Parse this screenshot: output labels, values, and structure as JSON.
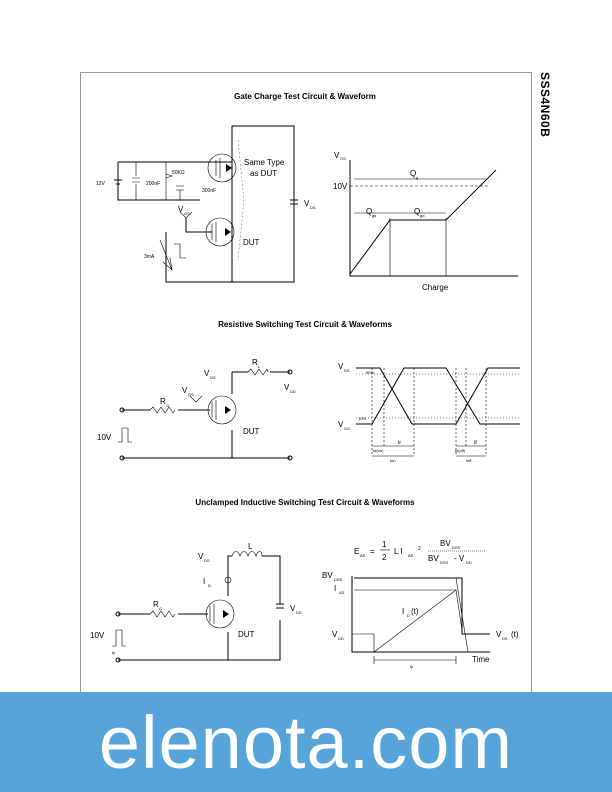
{
  "part_number": "SSS4N60B",
  "sections": {
    "gate_charge": "Gate Charge Test Circuit & Waveform",
    "resistive": "Resistive Switching Test Circuit & Waveforms",
    "unclamped": "Unclamped Inductive Switching Test Circuit & Waveforms"
  },
  "gc": {
    "v12": "12V",
    "c200": "200nF",
    "r50k": "50KΩ",
    "c300": "300nF",
    "vgs": "V",
    "vgs_sub": "GS",
    "same_type": "Same Type",
    "as_dut": "as DUT",
    "dut": "DUT",
    "i3ma": "3mA",
    "vds": "V",
    "vds_sub": "DS",
    "wf_vgs": "V",
    "wf_vgs_sub": "GS",
    "wf_10v": "10V",
    "wf_qg": "Q",
    "wf_qg_sub": "g",
    "wf_qgs": "Q",
    "wf_qgs_sub": "gs",
    "wf_qgd": "Q",
    "wf_qgd_sub": "gd",
    "wf_charge": "Charge"
  },
  "rs": {
    "vds": "V",
    "vds_sub": "DS",
    "rl": "R",
    "rl_sub": "L",
    "vgs": "V",
    "vgs_sub": "GS",
    "rg": "R",
    "rg_sub": "G",
    "vdd": "V",
    "vdd_sub": "DD",
    "v10": "10V",
    "dut": "DUT",
    "wf_vds": "V",
    "wf_vds_sub": "DS",
    "wf_90": "90%",
    "wf_10": "10%",
    "wf_vgs": "V",
    "wf_vgs_sub": "GS",
    "td_on": "td(on)",
    "tr": "tr",
    "t_on": "ton",
    "td_off": "td(off)",
    "tf": "tf",
    "t_off": "toff"
  },
  "ui": {
    "vds": "V",
    "vds_sub": "DS",
    "l": "L",
    "id": "I",
    "id_sub": "D",
    "rg": "R",
    "rg_sub": "G",
    "vdd": "V",
    "vdd_sub": "DD",
    "v10": "10V",
    "tp": "tp",
    "dut": "DUT",
    "eq_e": "E",
    "eq_e_sub": "AS",
    "eq_eq": "=",
    "eq_num": "1",
    "eq_den": "2",
    "eq_body": "L I",
    "eq_body_sub": "AS",
    "eq_sq": "2",
    "eq_top": "BV",
    "eq_top_sub": "DSS",
    "eq_bot": "BV",
    "eq_bot_sub": "DSS",
    "eq_minus": "- V",
    "eq_minus_sub": "DD",
    "wf_bvdss": "BV",
    "wf_bvdss_sub": "DSS",
    "wf_ias": "I",
    "wf_ias_sub": "AS",
    "wf_idt": "I",
    "wf_idt_sub": "D",
    "wf_idt_t": "(t)",
    "wf_vdd": "V",
    "wf_vdd_sub": "DD",
    "wf_vdst": "V",
    "wf_vdst_sub": "DS",
    "wf_vdst_t": "(t)",
    "wf_time": "Time",
    "wf_tp": "tp"
  },
  "watermark": "elenota.com"
}
